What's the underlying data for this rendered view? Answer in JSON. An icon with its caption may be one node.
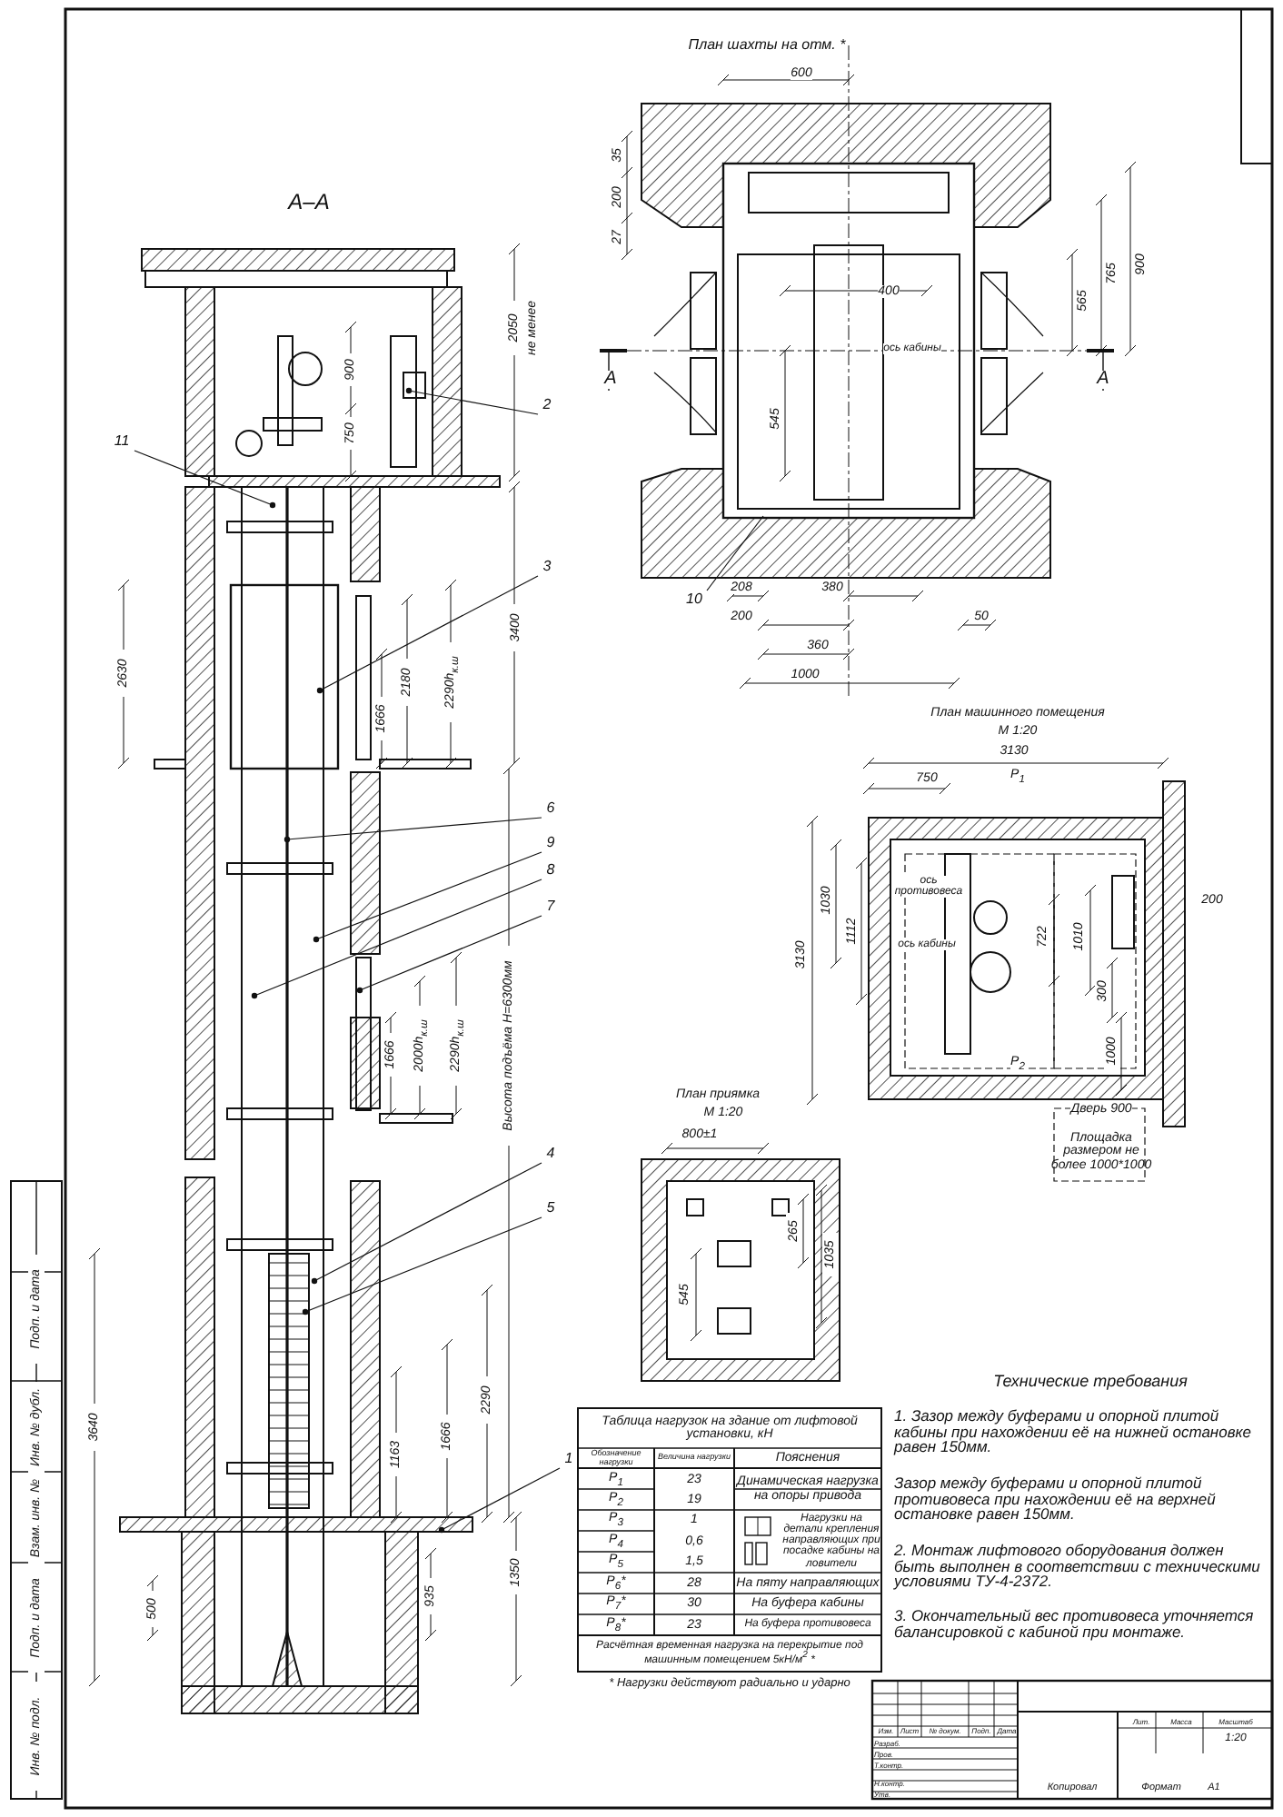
{
  "diagram": {
    "nodes": [
      {
        "text": [
          "11"
        ]
      },
      {
        "text": [
          "2"
        ]
      },
      {
        "text": [
          "3"
        ]
      },
      {
        "text": [
          "6"
        ]
      },
      {
        "text": [
          "9"
        ]
      },
      {
        "text": [
          "8"
        ]
      },
      {
        "text": [
          "7"
        ]
      },
      {
        "text": [
          "4"
        ]
      },
      {
        "text": [
          "5"
        ]
      },
      {
        "text": [
          "1"
        ]
      },
      {
        "text": [
          "10"
        ]
      }
    ],
    "edges": [
      {
        "from": 0,
        "to": null,
        "arrow": "other"
      },
      {
        "from": 1,
        "to": null,
        "arrow": "other"
      },
      {
        "from": 2,
        "to": null,
        "arrow": "other"
      },
      {
        "from": 3,
        "to": null,
        "arrow": "other"
      },
      {
        "from": 4,
        "to": null,
        "arrow": "other"
      },
      {
        "from": 5,
        "to": null,
        "arrow": "other"
      },
      {
        "from": 6,
        "to": null,
        "arrow": "other"
      },
      {
        "from": 7,
        "to": null,
        "arrow": "other"
      },
      {
        "from": 8,
        "to": null,
        "arrow": "other"
      },
      {
        "from": 9,
        "to": null,
        "arrow": "other"
      },
      {
        "from": 10,
        "to": null,
        "arrow": "none"
      }
    ],
    "labels": [
      "А–А",
      "2050",
      "не менее",
      "900",
      "750",
      "2630",
      "3400",
      "2180",
      "2290h$_{к.ш}$",
      "1666",
      "1666",
      "2000h$_{к.ш}$",
      "2290h$_{к.ш}$",
      "Высота подъёма Н=6300мм",
      "3640",
      "2290",
      "1666",
      "1163",
      "1350",
      "935",
      "500",
      "План шахты на отм. *",
      "600",
      "35",
      "200",
      "27",
      "900",
      "765",
      "565",
      "400",
      "ось кабины",
      "545",
      "А",
      "А",
      "208",
      "380",
      "200",
      "50",
      "360",
      "1000",
      "План машинного помещения",
      "М 1:20",
      "3130",
      "750",
      "Р$_{1}$",
      "3130",
      "1030",
      "1112",
      "ось противовеса",
      "ось кабины",
      "722",
      "1010",
      "200",
      "300",
      "1000",
      "Р$_{2}$",
      "Дверь 900",
      "Площадка размером не более 1000*1000",
      "План приямка",
      "М 1:20",
      "800±1",
      "265",
      "1035",
      "545",
      "Таблица нагрузок на здание от лифтовой установки, кН",
      "Обозначение нагрузки",
      "Величина нагрузки",
      "Пояснения",
      "Р$_{1}$",
      "23",
      "Динамическая нагрузка на опоры привода",
      "Р$_{2}$",
      "19",
      "Р$_{3}$",
      "1",
      "Нагрузки на детали крепления направляющих при посадке кабины на ловители",
      "Р$_{4}$",
      "0,6",
      "Р$_{5}$",
      "1,5",
      "Р$_{6}$*",
      "28",
      "На пяту направляющих",
      "Р$_{7}$*",
      "30",
      "На буфера кабины",
      "Р$_{8}$*",
      "23",
      "На буфера противовеса",
      "Расчётная временная нагрузка на перекрытие под машинным помещением 5кН/м$^{2}$ *",
      "* Нагрузки действуют радиально и ударно",
      "Технические требования",
      "1. Зазор между буферами и опорной плитой кабины при нахождении её на нижней остановке равен 150мм.",
      "Зазор между буферами и опорной плитой противовеса при нахождении её на верхней остановке равен 150мм.",
      "2. Монтаж лифтового оборудования должен быть выполнен в соответствии с техническими условиями ТУ-4-2372.",
      "3. Окончательный вес противовеса уточняется балансировкой с кабиной при монтаже.",
      "Изм.",
      "Лист",
      "№ докум.",
      "Подп.",
      "Дата",
      "Разраб.",
      "Пров.",
      "Т.контр.",
      "Н.контр.",
      "Утв.",
      "Лит.",
      "Масса",
      "Масштаб",
      "1:20",
      "Копировал",
      "Формат",
      "А1",
      "Инв. № подл.",
      "Подп. и дата",
      "Взам. инв. №",
      "Инв. № дубл.",
      "Подп. и дата"
    ]
  }
}
